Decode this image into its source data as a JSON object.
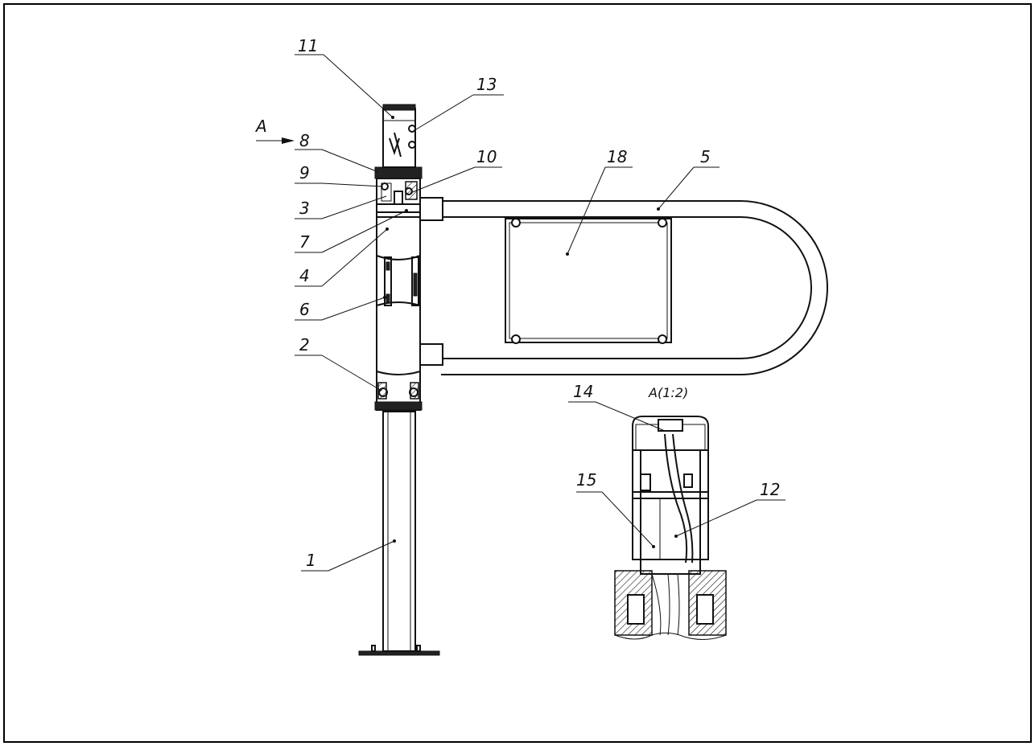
{
  "view_label": "A",
  "detail_label": "A(1:2)",
  "callouts": [
    "1",
    "2",
    "3",
    "4",
    "5",
    "6",
    "7",
    "8",
    "9",
    "10",
    "11",
    "12",
    "13",
    "14",
    "15",
    "18"
  ]
}
